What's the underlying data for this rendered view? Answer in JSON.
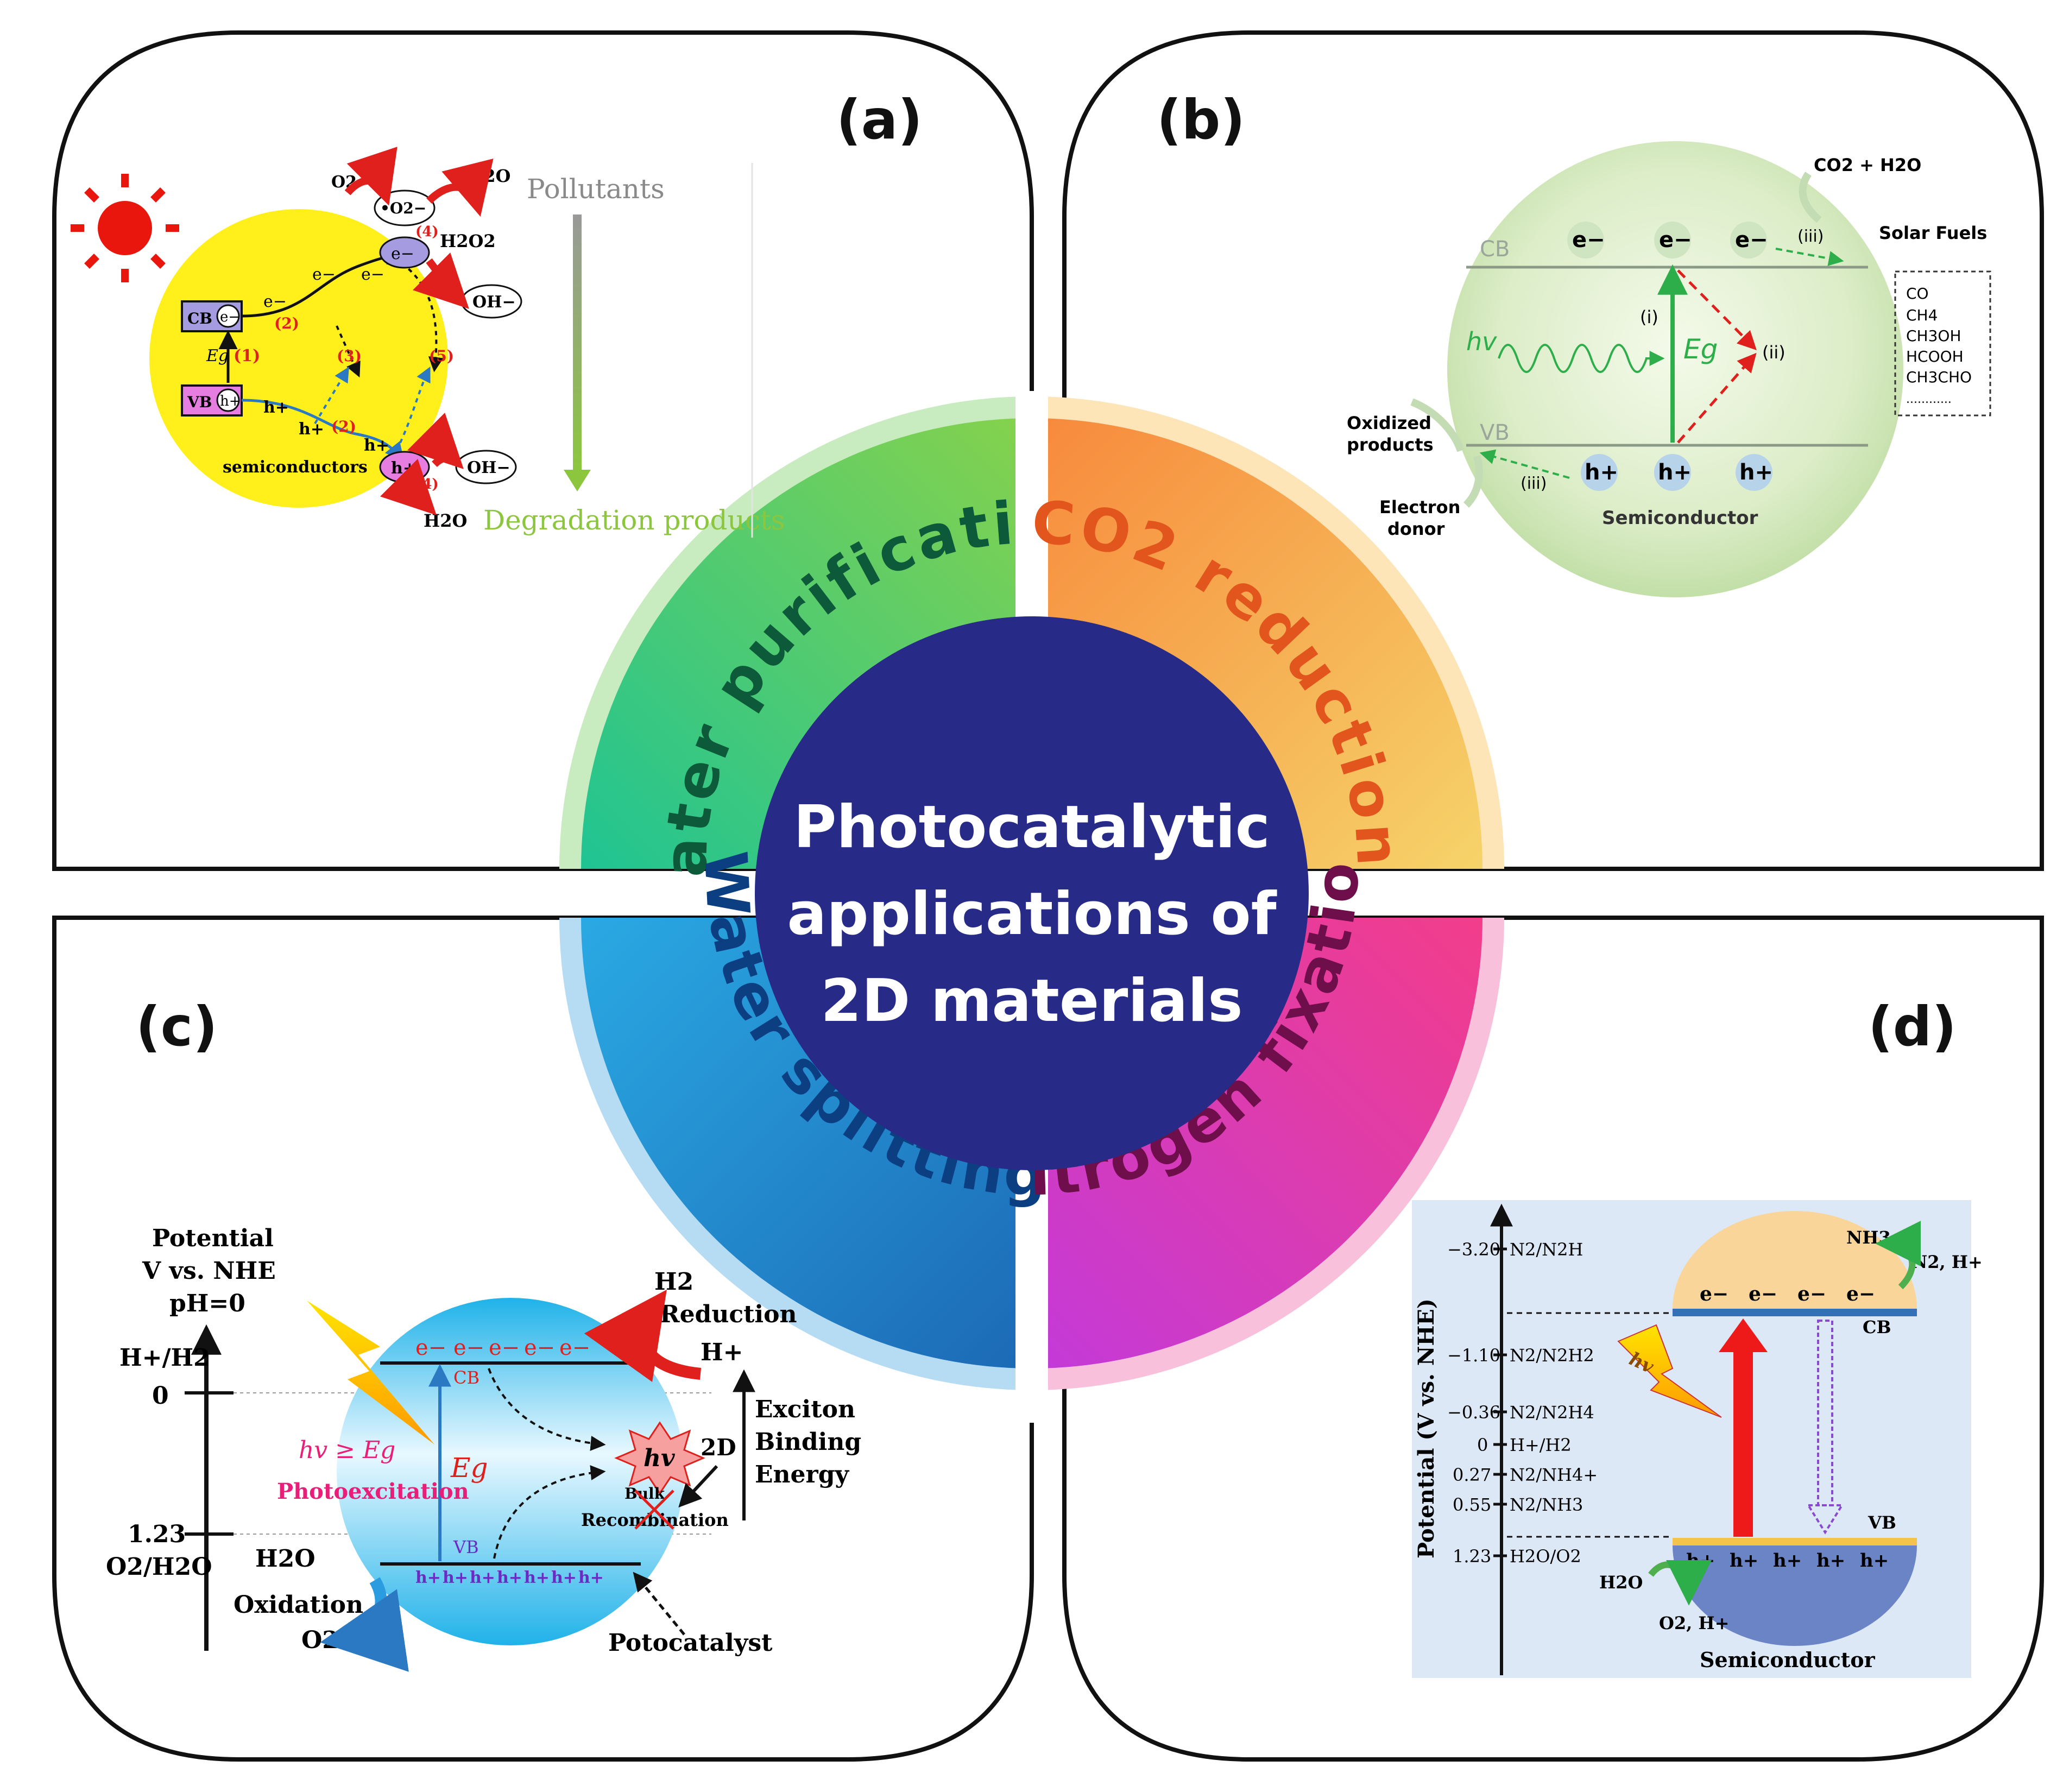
{
  "center": {
    "line1": "Photocatalytic",
    "line2": "applications of",
    "line3": "2D materials"
  },
  "sectors": {
    "water_purification": "Water purification",
    "co2_reduction": "CO2 reduction",
    "water_splitting": "Water splitting",
    "nitrogen_fixation": "Nitrogen fixation"
  },
  "colors": {
    "center": "#272b87",
    "wp_start": "#1fc493",
    "wp_end": "#7fd04e",
    "co2_start": "#f7893c",
    "co2_end": "#f6d060",
    "ws_start": "#27a6e0",
    "ws_end": "#1e6fb8",
    "nf_start": "#c63bd8",
    "nf_end": "#f13c8e"
  },
  "panel_a": {
    "label": "(a)",
    "pollutants": "Pollutants",
    "degradation": "Degradation products",
    "semiconductors": "semiconductors",
    "cb": "CB",
    "vb": "VB",
    "eg": "Eg",
    "e": "e−",
    "h": "h+",
    "o2": "O2",
    "o2rad": "•O2−",
    "h2o": "H2O",
    "h2o2": "H2O2",
    "oh": "OH−",
    "s1": "(1)",
    "s2": "(2)",
    "s3": "(3)",
    "s4": "(4)",
    "s5": "(5)"
  },
  "panel_b": {
    "label": "(b)",
    "cb": "CB",
    "vb": "VB",
    "hv": "hv",
    "eg": "Eg",
    "e": "e−",
    "h": "h+",
    "i": "(i)",
    "ii": "(ii)",
    "iii": "(iii)",
    "co2h2o": "CO2 + H2O",
    "solar_fuels": "Solar Fuels",
    "products": [
      "CO",
      "CH4",
      "CH3OH",
      "HCOOH",
      "CH3CHO",
      "............"
    ],
    "oxidized1": "Oxidized",
    "oxidized2": "products",
    "donor1": "Electron",
    "donor2": "donor",
    "semiconductor": "Semiconductor"
  },
  "panel_c": {
    "label": "(c)",
    "potential1": "Potential",
    "potential2": "V vs. NHE",
    "potential3": "pH=0",
    "hh2": "H+/H2",
    "zero": "0",
    "v123": "1.23",
    "o2h2o": "O2/H2O",
    "h2": "H2",
    "reduction": "Reduction",
    "hplus": "H+",
    "exciton1": "Exciton",
    "exciton2": "Binding",
    "exciton3": "Energy",
    "cb": "CB",
    "vb": "VB",
    "eg": "Eg",
    "hv_ge_eg": "hv ≥ Eg",
    "photoexcitation": "Photoexcitation",
    "hv": "hv",
    "twod": "2D",
    "bulk": "Bulk",
    "recombination": "Recombination",
    "h2o": "H2O",
    "oxidation": "Oxidation",
    "o2": "O2",
    "potocatalyst": "Potocatalyst",
    "e": "e−",
    "h": "h+"
  },
  "panel_d": {
    "label": "(d)",
    "axis": "Potential (V vs. NHE)",
    "levels": [
      {
        "value": "−3.20",
        "couple": "N2/N2H"
      },
      {
        "value": "−1.10",
        "couple": "N2/N2H2"
      },
      {
        "value": "−0.36",
        "couple": "N2/N2H4"
      },
      {
        "value": "0",
        "couple": "H+/H2"
      },
      {
        "value": "0.27",
        "couple": "N2/NH4+"
      },
      {
        "value": "0.55",
        "couple": "N2/NH3"
      },
      {
        "value": "1.23",
        "couple": "H2O/O2"
      }
    ],
    "nh3": "NH3",
    "n2h": "N2, H+",
    "cb": "CB",
    "vb": "VB",
    "hv": "hv",
    "h2o": "H2O",
    "o2h": "O2, H+",
    "semiconductor": "Semiconductor",
    "e": "e−",
    "h": "h+"
  }
}
